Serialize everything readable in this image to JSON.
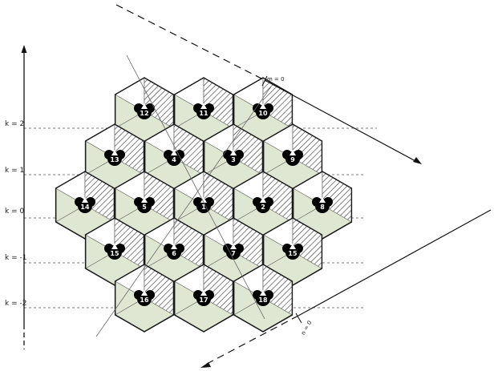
{
  "k_axis": {
    "labels": [
      "k = 2",
      "k = 1",
      "k = 0",
      "k = -1",
      "k = -2"
    ]
  },
  "axis_labels": {
    "m": "m = 0",
    "n": "n = 0"
  },
  "cells": [
    {
      "label": "12",
      "row": 2,
      "col": 0
    },
    {
      "label": "11",
      "row": 2,
      "col": 1
    },
    {
      "label": "10",
      "row": 2,
      "col": 2
    },
    {
      "label": "13",
      "row": 1,
      "col": 0
    },
    {
      "label": "4",
      "row": 1,
      "col": 1
    },
    {
      "label": "3",
      "row": 1,
      "col": 2
    },
    {
      "label": "9",
      "row": 1,
      "col": 3
    },
    {
      "label": "14",
      "row": 0,
      "col": 0
    },
    {
      "label": "5",
      "row": 0,
      "col": 1
    },
    {
      "label": "1",
      "row": 0,
      "col": 2
    },
    {
      "label": "2",
      "row": 0,
      "col": 3
    },
    {
      "label": "8",
      "row": 0,
      "col": 4
    },
    {
      "label": "15",
      "row": -1,
      "col": 0
    },
    {
      "label": "6",
      "row": -1,
      "col": 1
    },
    {
      "label": "7",
      "row": -1,
      "col": 2
    },
    {
      "label": "15",
      "row": -1,
      "col": 3
    },
    {
      "label": "16",
      "row": -2,
      "col": 0
    },
    {
      "label": "17",
      "row": -2,
      "col": 1
    },
    {
      "label": "18",
      "row": -2,
      "col": 2
    }
  ],
  "colors": {
    "hex_fill": "#dfe6d2",
    "hex_stroke": "#1a1a1a",
    "hatch": "#333333",
    "dashed_line": "#555555",
    "marker": "#000000"
  }
}
